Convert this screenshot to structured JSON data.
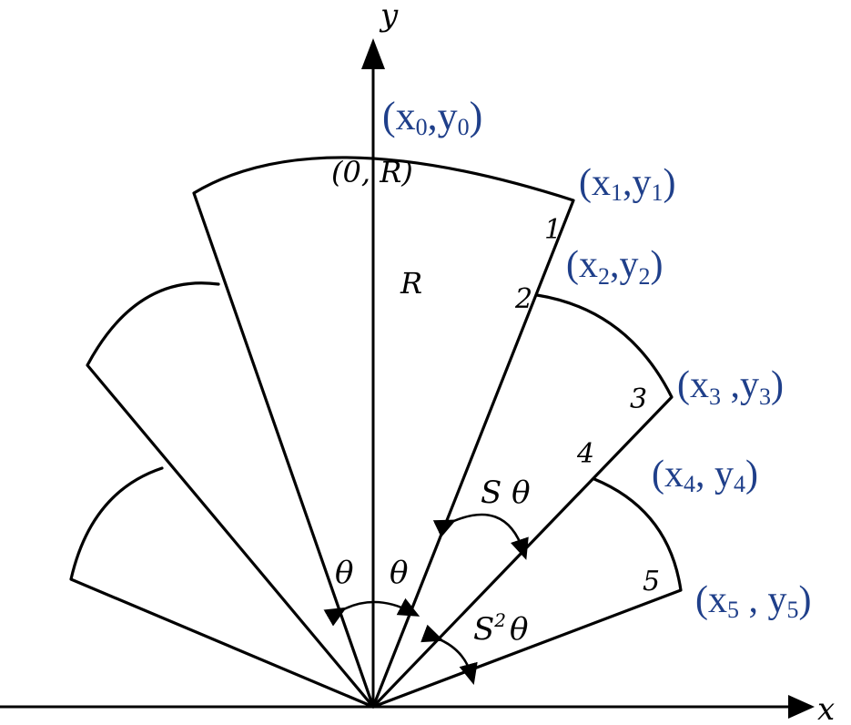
{
  "diagram": {
    "axes": {
      "x_label": "x",
      "y_label": "y"
    },
    "points": [
      {
        "id": "p0",
        "base": "x",
        "sub_x": "0",
        "mid": ",y",
        "sub_y": "0"
      },
      {
        "id": "p1",
        "base": "x",
        "sub_x": "1",
        "mid": ",y",
        "sub_y": "1"
      },
      {
        "id": "p2",
        "base": "x",
        "sub_x": "2",
        "mid": ",y",
        "sub_y": "2"
      },
      {
        "id": "p3",
        "base": "x",
        "sub_x": "3",
        "mid": " ,y",
        "sub_y": "3"
      },
      {
        "id": "p4",
        "base": "x",
        "sub_x": "4",
        "mid": ", y",
        "sub_y": "4"
      },
      {
        "id": "p5",
        "base": "x",
        "sub_x": "5",
        "mid": " , y",
        "sub_y": "5"
      }
    ],
    "vertex_numbers": [
      "1",
      "2",
      "3",
      "4",
      "5"
    ],
    "labels": {
      "top_point": "(0, R)",
      "radius": "R",
      "theta": "θ",
      "s_theta": "S θ",
      "s2_theta_s": "S",
      "s2_theta_exp": "2",
      "s2_theta_t": "θ"
    },
    "colors": {
      "line": "#000000",
      "coordinate_text": "#1f3f8a"
    }
  }
}
